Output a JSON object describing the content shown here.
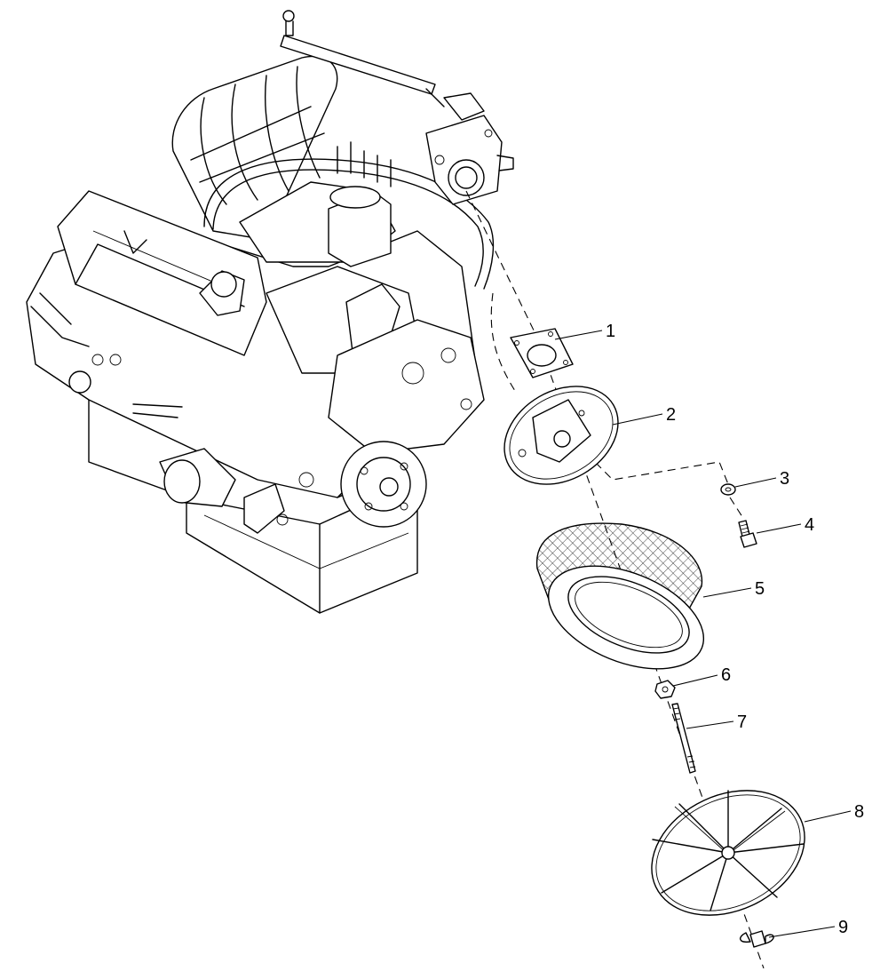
{
  "callouts": [
    {
      "number": "1",
      "part": "gasket"
    },
    {
      "number": "2",
      "part": "air-cleaner-base"
    },
    {
      "number": "3",
      "part": "washer"
    },
    {
      "number": "4",
      "part": "bolt"
    },
    {
      "number": "5",
      "part": "air-filter-element"
    },
    {
      "number": "6",
      "part": "nut"
    },
    {
      "number": "7",
      "part": "stud"
    },
    {
      "number": "8",
      "part": "air-cleaner-cover"
    },
    {
      "number": "9",
      "part": "wing-nut"
    }
  ]
}
